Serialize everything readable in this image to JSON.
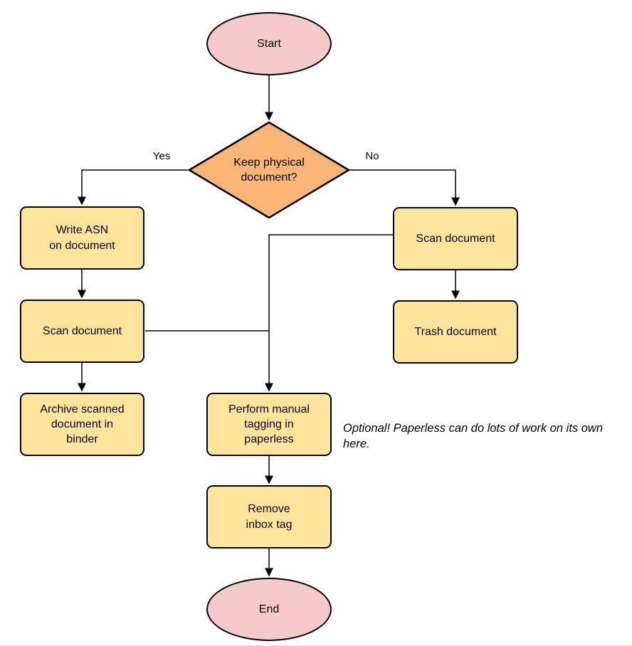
{
  "diagram": {
    "type": "flowchart",
    "nodes": {
      "start": {
        "label": "Start",
        "shape": "terminator"
      },
      "decision": {
        "label": "Keep physical\ndocument?",
        "shape": "decision"
      },
      "write_asn": {
        "label": "Write ASN\non document",
        "shape": "process"
      },
      "scan_left": {
        "label": "Scan document",
        "shape": "process"
      },
      "archive": {
        "label": "Archive scanned\ndocument in\nbinder",
        "shape": "process"
      },
      "scan_right": {
        "label": "Scan document",
        "shape": "process"
      },
      "trash": {
        "label": "Trash document",
        "shape": "process"
      },
      "tagging": {
        "label": "Perform manual\ntagging in\npaperless",
        "shape": "process"
      },
      "remove_inbox": {
        "label": "Remove\ninbox tag",
        "shape": "process"
      },
      "end": {
        "label": "End",
        "shape": "terminator"
      }
    },
    "edge_labels": {
      "yes": "Yes",
      "no": "No"
    },
    "edges": [
      "start -> decision",
      "decision -> write_asn (Yes)",
      "decision -> scan_right (No)",
      "write_asn -> scan_left",
      "scan_left -> archive",
      "scan_left -> tagging",
      "scan_right -> trash",
      "scan_right -> tagging",
      "tagging -> remove_inbox",
      "remove_inbox -> end"
    ],
    "annotation": "Optional! Paperless can do lots of work on its own here.",
    "colors": {
      "terminator_fill": "#F6C9CA",
      "decision_fill": "#FBB577",
      "process_fill": "#FFE49C",
      "border": "#000000",
      "line": "#000000"
    }
  }
}
